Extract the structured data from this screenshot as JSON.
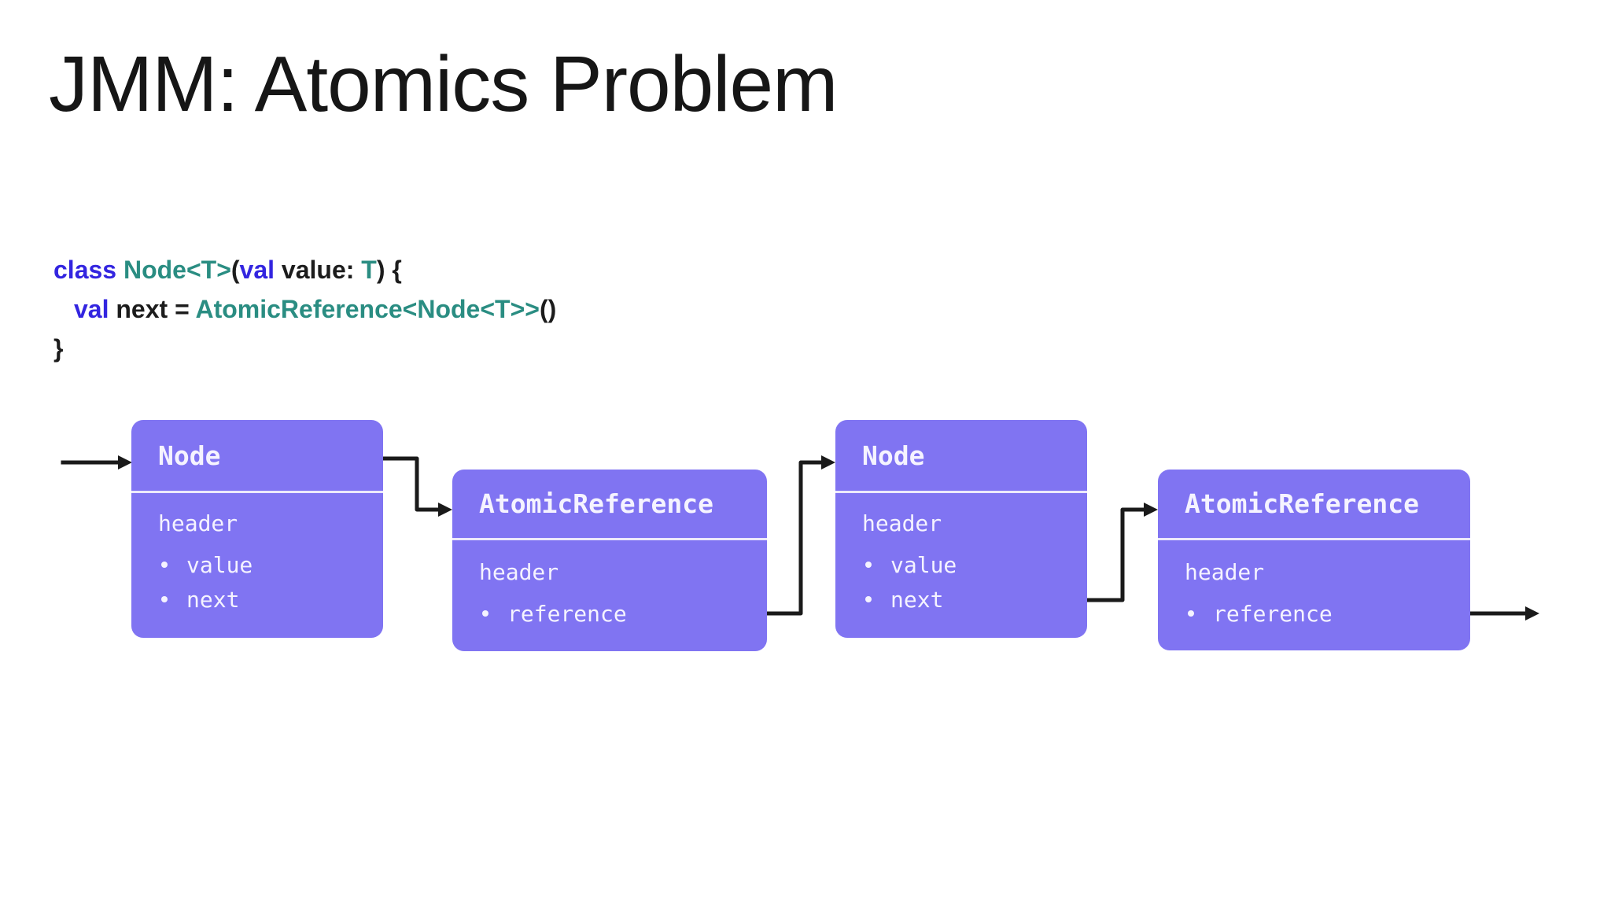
{
  "slide": {
    "title": "JMM: Atomics Problem"
  },
  "code": {
    "lines": [
      {
        "tokens": [
          {
            "t": "class ",
            "role": "keyword"
          },
          {
            "t": "Node<T>",
            "role": "type"
          },
          {
            "t": "(",
            "role": "plain"
          },
          {
            "t": "val",
            "role": "keyword"
          },
          {
            "t": " value: ",
            "role": "plain"
          },
          {
            "t": "T",
            "role": "type"
          },
          {
            "t": ") {",
            "role": "plain"
          }
        ]
      },
      {
        "tokens": [
          {
            "t": "val",
            "role": "keyword"
          },
          {
            "t": " next = ",
            "role": "plain"
          },
          {
            "t": "AtomicReference<Node<T>>",
            "role": "type"
          },
          {
            "t": "()",
            "role": "plain"
          }
        ]
      },
      {
        "tokens": [
          {
            "t": "}",
            "role": "plain"
          }
        ]
      }
    ]
  },
  "diagram": {
    "boxes": [
      {
        "type": "node",
        "title": "Node",
        "header": "header",
        "bullets": [
          "value",
          "next"
        ]
      },
      {
        "type": "atomic",
        "title": "AtomicReference",
        "header": "header",
        "bullets": [
          "reference"
        ]
      },
      {
        "type": "node",
        "title": "Node",
        "header": "header",
        "bullets": [
          "value",
          "next"
        ]
      },
      {
        "type": "atomic",
        "title": "AtomicReference",
        "header": "header",
        "bullets": [
          "reference"
        ]
      }
    ]
  },
  "colors": {
    "boxFill": "#8074f2",
    "boxDivider": "#ece9fb",
    "boxText": "#f5f3ff",
    "arrow": "#1a1a1a",
    "codeKeyword": "#3325e0",
    "codeType": "#2a8d82",
    "codePlain": "#1c1c1c",
    "titleText": "#161616"
  }
}
